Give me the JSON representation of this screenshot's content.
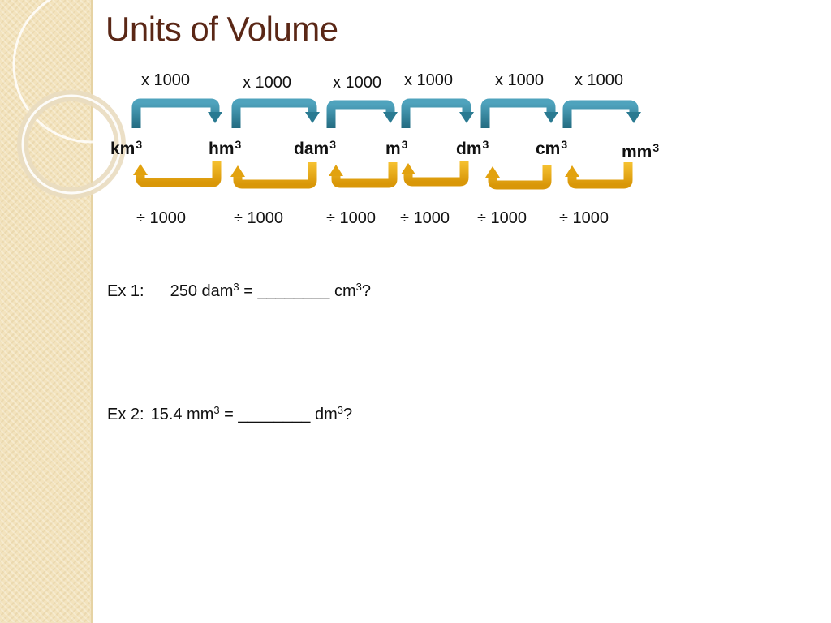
{
  "title": "Units of Volume",
  "colors": {
    "title": "#5a2716",
    "arrow_up": "#2f7f96",
    "arrow_down": "#e6a817",
    "sidebar": "#f3e3bd"
  },
  "units": [
    {
      "base": "km",
      "exp": "3"
    },
    {
      "base": "hm",
      "exp": "3"
    },
    {
      "base": "dam",
      "exp": "3"
    },
    {
      "base": "m",
      "exp": "3"
    },
    {
      "base": "dm",
      "exp": "3"
    },
    {
      "base": "cm",
      "exp": "3"
    },
    {
      "base": "mm",
      "exp": "3"
    }
  ],
  "multiply_labels": [
    "x 1000",
    "x 1000",
    "x 1000",
    "x 1000",
    "x 1000",
    "x 1000"
  ],
  "divide_labels": [
    "÷ 1000",
    "÷ 1000",
    "÷ 1000",
    "÷ 1000",
    "÷ 1000",
    "÷ 1000"
  ],
  "examples": {
    "ex1": {
      "label": "Ex 1:",
      "lhs_value": "250 dam",
      "lhs_exp": "3",
      "middle": " = ________ cm",
      "rhs_exp": "3",
      "end": "?"
    },
    "ex2": {
      "label": "Ex 2:",
      "lhs_value": "15.4 mm",
      "lhs_exp": "3",
      "middle": " = ________ dm",
      "rhs_exp": "3",
      "end": "?"
    }
  }
}
